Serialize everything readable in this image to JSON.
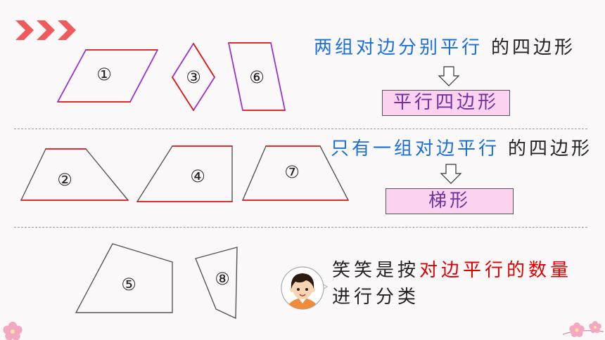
{
  "decor": {
    "chevrons_icon": "triple-chevron-right-icon",
    "flower_icon": "flower-icon"
  },
  "shapes": {
    "row1": [
      {
        "label": "①"
      },
      {
        "label": "③"
      },
      {
        "label": "⑥"
      }
    ],
    "row2": [
      {
        "label": "②"
      },
      {
        "label": "④"
      },
      {
        "label": "⑦"
      }
    ],
    "row3": [
      {
        "label": "⑤"
      },
      {
        "label": "⑧"
      }
    ]
  },
  "rules": [
    {
      "condition": "两组对边分别平行",
      "suffix": "的四边形",
      "arrow_icon": "down-arrow-icon",
      "result": "平行四边形"
    },
    {
      "condition": "只有一组对边平行",
      "suffix": "的四边形",
      "arrow_icon": "down-arrow-icon",
      "result": "梯形"
    }
  ],
  "note": {
    "avatar_icon": "boy-avatar-icon",
    "line1_prefix": "笑笑是按",
    "line1_highlight": "对边平行的数量",
    "line2": "进行分类"
  },
  "colors": {
    "background": "#faf8f8",
    "condition_text": "#1a6fd8",
    "result_text": "#7030a0",
    "result_box": "#fbd3f0",
    "highlight_text": "#e00000",
    "parallel_edge_red": "#e01010",
    "parallel_edge_purple": "#9b30d0",
    "edge_gray": "#555555",
    "chevron": "#f05a5a",
    "flower": "#f4a7c3"
  }
}
